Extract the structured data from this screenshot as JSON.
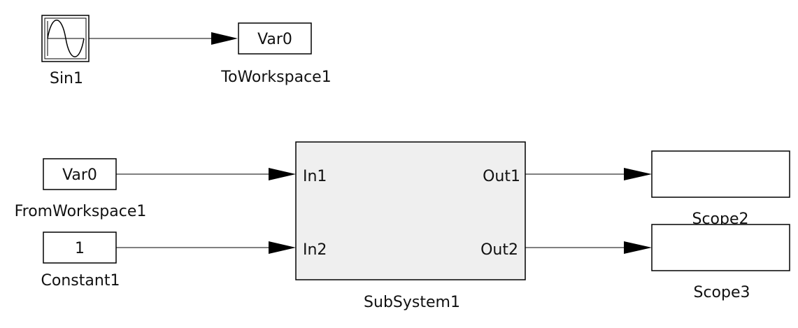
{
  "blocks": {
    "sin": {
      "name": "Sin1"
    },
    "to_workspace": {
      "name": "ToWorkspace1",
      "content": "Var0"
    },
    "from_workspace": {
      "name": "FromWorkspace1",
      "content": "Var0"
    },
    "constant": {
      "name": "Constant1",
      "content": "1"
    },
    "subsystem": {
      "name": "SubSystem1",
      "inputs": [
        "In1",
        "In2"
      ],
      "outputs": [
        "Out1",
        "Out2"
      ]
    },
    "scope2": {
      "name": "Scope2"
    },
    "scope3": {
      "name": "Scope3"
    }
  },
  "colors": {
    "block_border": "#000000",
    "subsystem_fill": "#efefef",
    "wire": "#000000"
  },
  "icons": {
    "sin": "sine-wave-icon"
  }
}
